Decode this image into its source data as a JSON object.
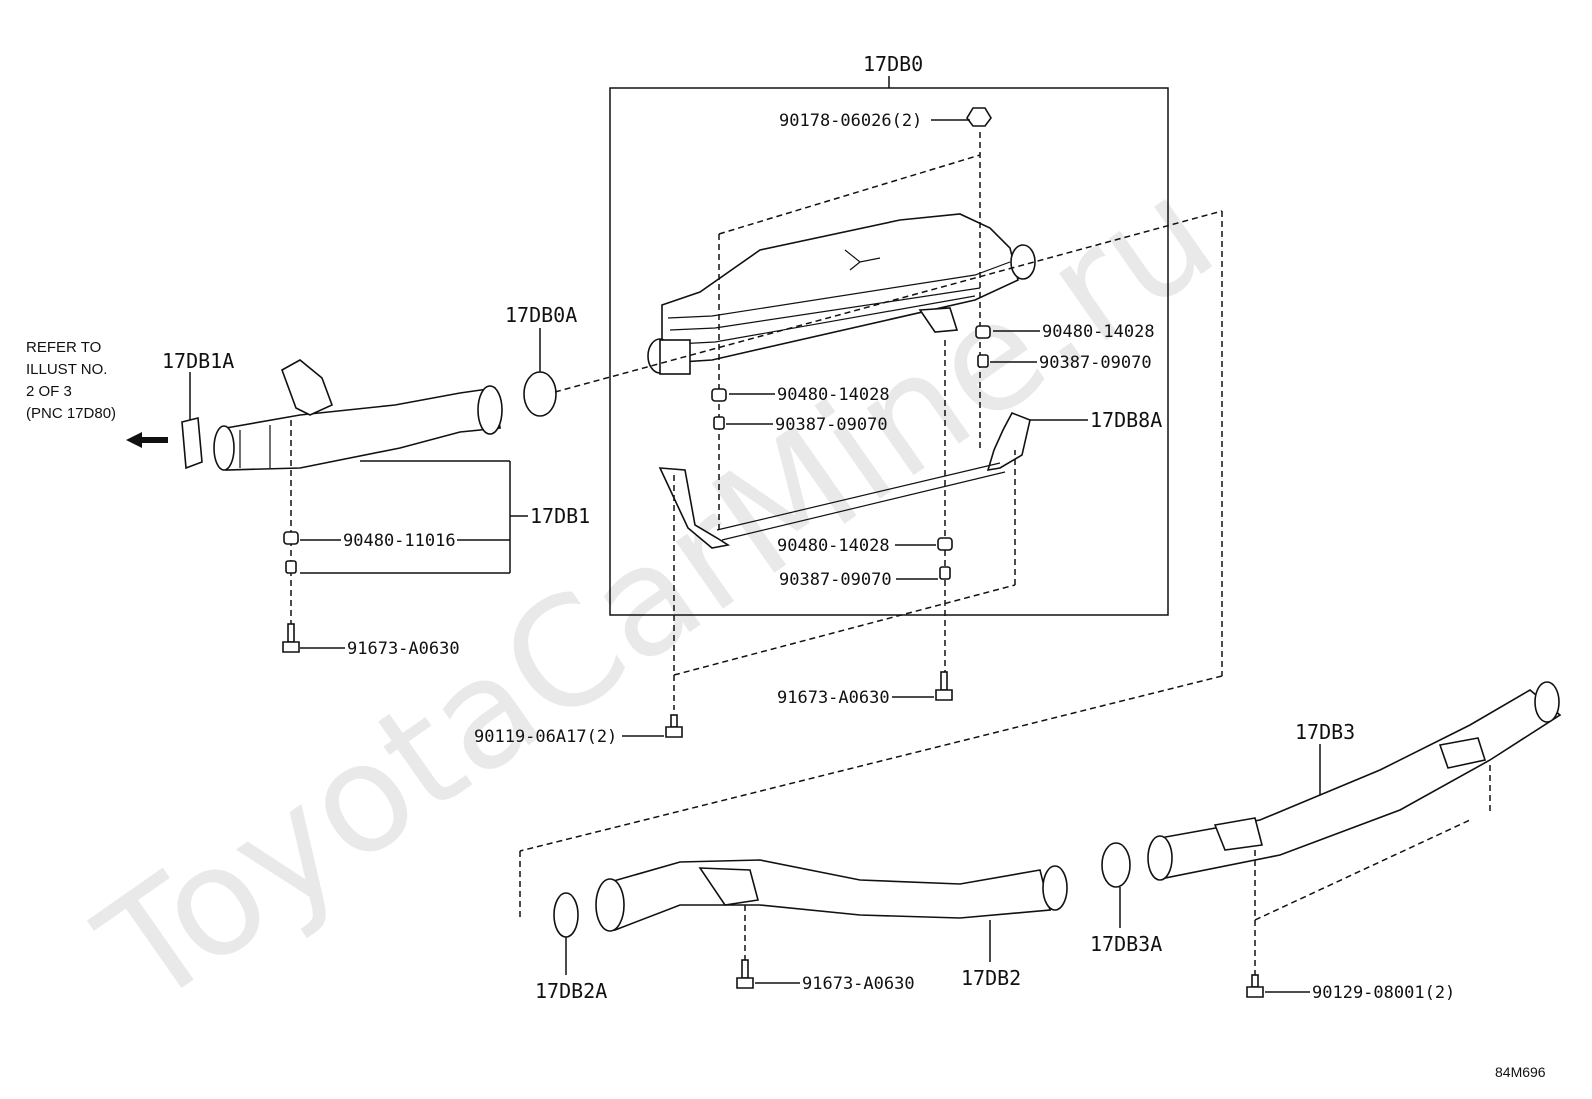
{
  "watermark": "ToyotaCarMine.ru",
  "diagram_code": "84M696",
  "refer_note": [
    "REFER TO",
    "ILLUST NO.",
    "2 OF 3",
    "(PNC 17D80)"
  ],
  "labels": {
    "assembly": "17DB0",
    "c17db0a": "17DB0A",
    "c17db1a": "17DB1A",
    "c17db1": "17DB1",
    "c17db8a": "17DB8A",
    "c17db3": "17DB3",
    "c17db2": "17DB2",
    "c17db2a": "17DB2A",
    "c17db3a": "17DB3A"
  },
  "parts": {
    "p90178": "90178-06026(2)",
    "p90480_a": "90480-14028",
    "p90387_a": "90387-09070",
    "p90480_b": "90480-14028",
    "p90387_b": "90387-09070",
    "p90480_c": "90480-14028",
    "p90387_c": "90387-09070",
    "p90480_11016": "90480-11016",
    "p91673_a": "91673-A0630",
    "p91673_b": "91673-A0630",
    "p91673_c": "91673-A0630",
    "p90119": "90119-06A17(2)",
    "p90129": "90129-08001(2)"
  }
}
